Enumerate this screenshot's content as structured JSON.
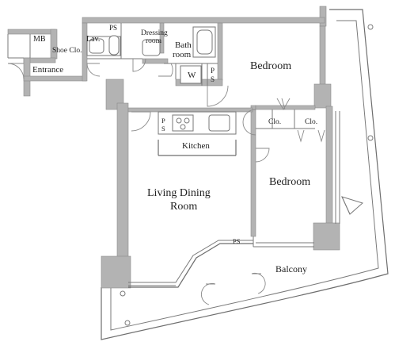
{
  "floor_plan": {
    "rooms": {
      "mb": "MB",
      "shoe_closet": "Shoe Clo.",
      "lavatory": "Lav.",
      "pipe_space_top": "PS",
      "dressing_room_line1": "Dressing",
      "dressing_room_line2": "room",
      "bath_room_line1": "Bath",
      "bath_room_line2": "room",
      "washer": "W",
      "pipe_space_wash_p": "P",
      "pipe_space_wash_s": "S",
      "entrance": "Entrance",
      "bedroom_upper": "Bedroom",
      "closet_1": "Clo.",
      "closet_2": "Clo.",
      "pipe_space_kitchen_p": "P",
      "pipe_space_kitchen_s": "S",
      "kitchen": "Kitchen",
      "living_line1": "Living Dining",
      "living_line2": "Room",
      "bedroom_lower": "Bedroom",
      "pipe_space_lower": "PS",
      "balcony": "Balcony"
    },
    "colors": {
      "wall": "#b3b3b3",
      "line": "#6e6e6e",
      "text": "#222222",
      "background": "#ffffff"
    }
  }
}
